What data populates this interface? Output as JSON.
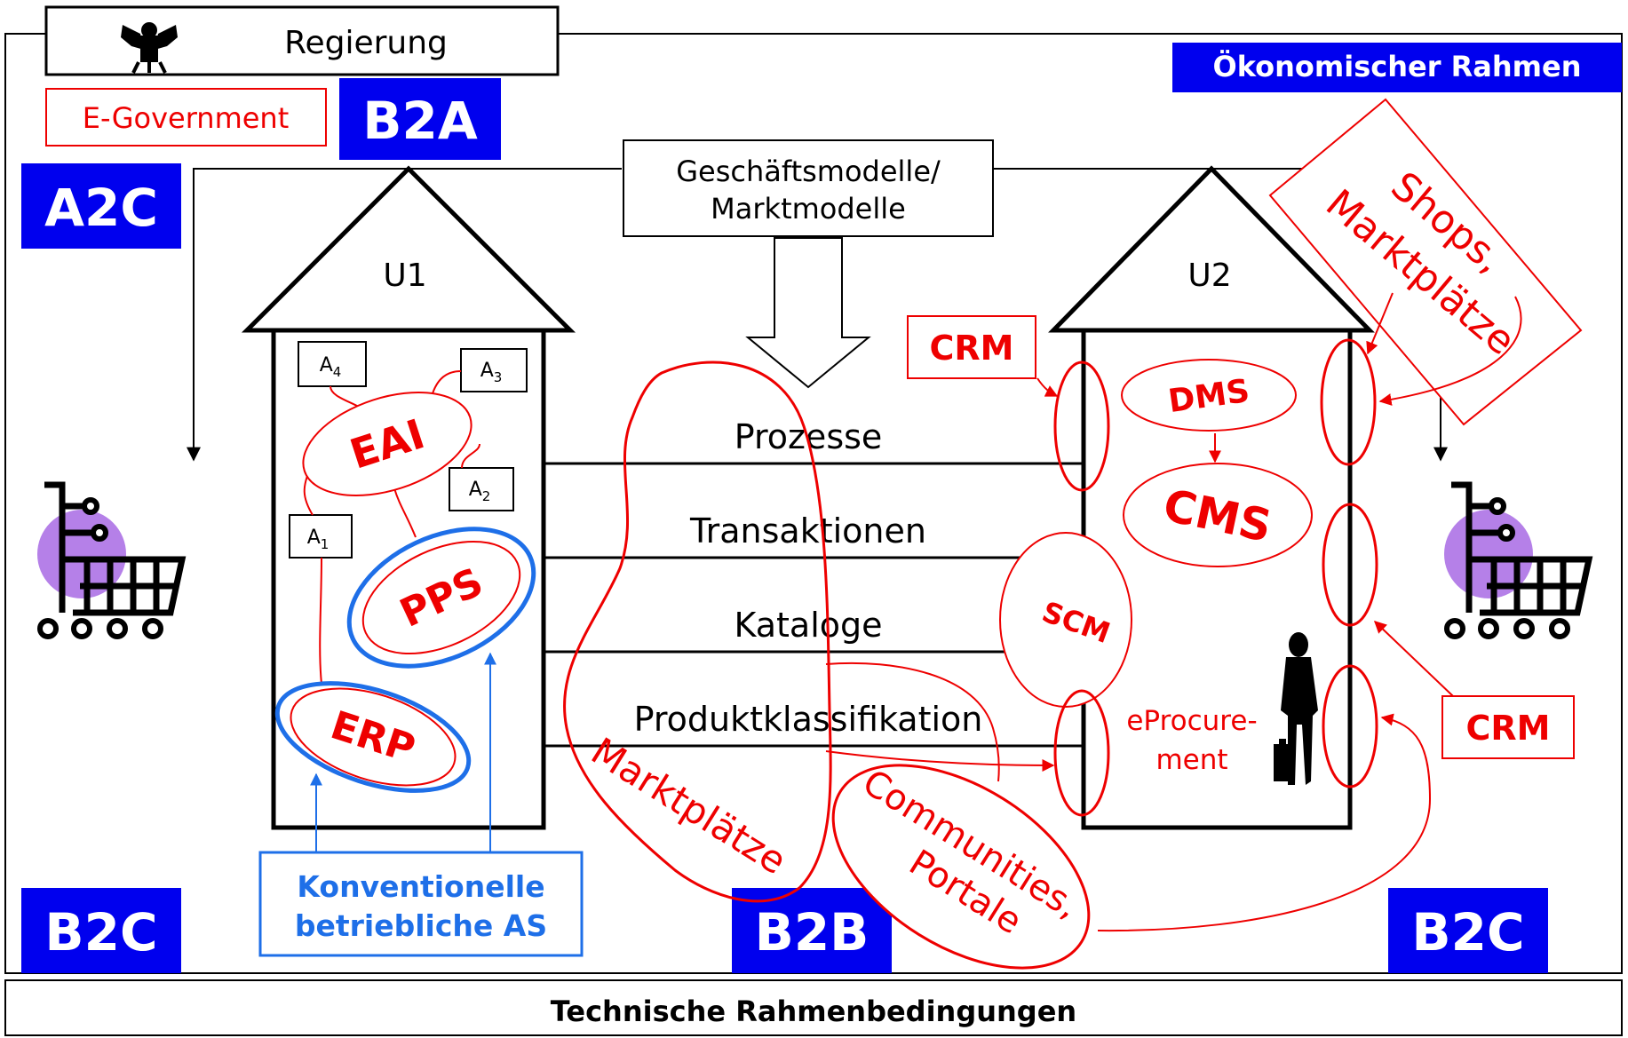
{
  "government": {
    "label": "Regierung"
  },
  "frame": {
    "economic": "Ökonomischer Rahmen",
    "technical": "Technische Rahmenbedingungen"
  },
  "e_government": "E-Government",
  "badges": {
    "b2a": "B2A",
    "a2c": "A2C",
    "b2c_left": "B2C",
    "b2b": "B2B",
    "b2c_right": "B2C"
  },
  "business_models": {
    "line1": "Geschäftsmodelle/",
    "line2": "Marktmodelle"
  },
  "houses": {
    "u1": "U1",
    "u2": "U2"
  },
  "apps": {
    "a4": "A",
    "a4_sub": "4",
    "a3": "A",
    "a3_sub": "3",
    "a2": "A",
    "a2_sub": "2",
    "a1": "A",
    "a1_sub": "1"
  },
  "u1_systems": {
    "eai": "EAI",
    "pps": "PPS",
    "erp": "ERP"
  },
  "conventional": {
    "line1": "Konventionelle",
    "line2": "betriebliche AS"
  },
  "layers": {
    "processes": "Prozesse",
    "transactions": "Transaktionen",
    "catalogs": "Kataloge",
    "classification": "Produktklassifikation"
  },
  "u2_systems": {
    "dms": "DMS",
    "cms": "CMS",
    "scm": "SCM",
    "eproc1": "eProcure-",
    "eproc2": "ment"
  },
  "crm": {
    "left": "CRM",
    "right": "CRM"
  },
  "shops": {
    "line1": "Shops,",
    "line2": "Marktplätze"
  },
  "marketplaces": "Marktplätze",
  "communities": {
    "line1": "Communities,",
    "line2": "Portale"
  },
  "colors": {
    "badge_blue": "#0000ee",
    "red": "#ee0000",
    "light_blue": "#1e6fe8",
    "purple": "#b580e8",
    "black": "#000000"
  }
}
